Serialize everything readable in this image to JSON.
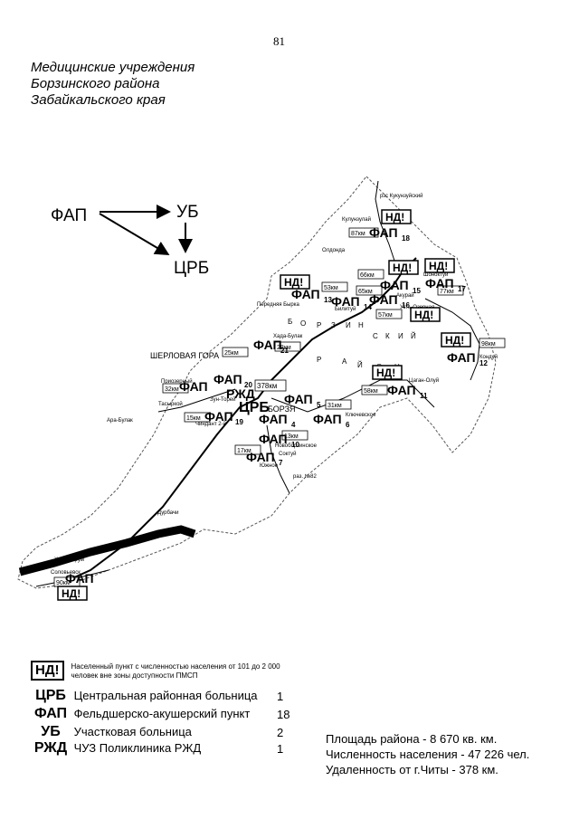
{
  "page_number": "81",
  "title": {
    "line1": "Медицинские учреждения",
    "line2": "Борзинского района",
    "line3": "Забайкальского края"
  },
  "scheme": {
    "fap": "ФАП",
    "ub": "УБ",
    "crb": "ЦРБ"
  },
  "map": {
    "region_letters": [
      "Б",
      "О",
      "Р",
      "З",
      "И",
      "Н",
      "С",
      "К",
      "И",
      "Й",
      "Р",
      "А",
      "Й",
      "О",
      "Н"
    ],
    "settlements": [
      "рзс Кукунзуйский",
      "Кулунзулай",
      "Олдонда",
      "Шоноктуй",
      "Акурай",
      "Передняя Бырка",
      "Билитуй",
      "Усть-Озерная",
      "Хада-Булак",
      "ШЕРЛОВАЯ ГОРА",
      "Приозерный",
      "Зун-Торей",
      "Тасыркой",
      "Ара-Булак",
      "Чиндант 2-й",
      "БОРЗЯ",
      "Ключевское",
      "Цаган-Олуй",
      "Кондуй",
      "Новоборзинское",
      "Соктуй",
      "Южное",
      "раз. №82",
      "Дурбачи",
      "Хара-Торум",
      "Соловьевск"
    ],
    "distances": [
      "87км",
      "66км",
      "65км",
      "57км",
      "77км",
      "53км",
      "25км",
      "28км",
      "378км",
      "32км",
      "31км",
      "15км",
      "13км",
      "17км",
      "98км",
      "58км",
      "90км"
    ],
    "labels": {
      "nd": "НД!",
      "fap": "ФАП",
      "crb": "ЦРБ",
      "rzhd": "РЖД",
      "fap_numbers": [
        "18",
        "15",
        "17",
        "13",
        "14",
        "16",
        "21",
        "20",
        "5",
        "19",
        "6",
        "10",
        "7",
        "11",
        "12",
        "4"
      ]
    }
  },
  "legend": {
    "nd_badge": "НД!",
    "nd_desc": "Населенный пункт с численностью населения от 101 до 2 000 человек вне зоны доступности ПМСП",
    "rows": [
      {
        "abbr": "ЦРБ",
        "name": "Центральная районная больница",
        "count": "1"
      },
      {
        "abbr": "ФАП",
        "name": "Фельдшерско-акушерский пункт",
        "count": "18"
      },
      {
        "abbr": "УБ",
        "name": "Участковая больница",
        "count": "2"
      },
      {
        "abbr": "РЖД",
        "name": "ЧУЗ Поликлиника РЖД",
        "count": "1"
      }
    ]
  },
  "stats": {
    "area": "Площадь района - 8 670 кв. км.",
    "population": "Численность населения - 47 226 чел.",
    "distance": "Удаленность от г.Читы - 378 км."
  }
}
